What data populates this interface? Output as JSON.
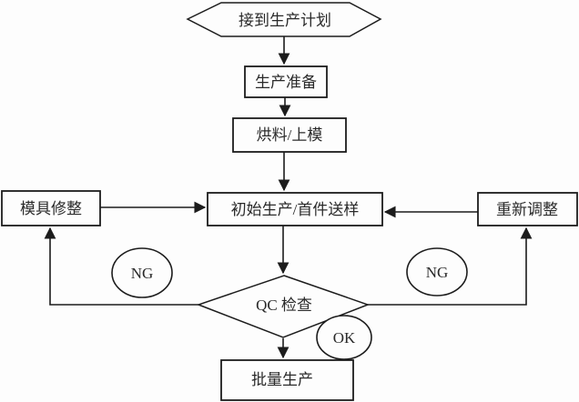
{
  "diagram": {
    "type": "flowchart",
    "background_color": "#fdfdfd",
    "line_color": "#1c1c1c",
    "text_color": "#2a2a2a",
    "nodes": {
      "start": {
        "label": "接到生产计划",
        "shape": "hexagon"
      },
      "prep": {
        "label": "生产准备",
        "shape": "rect"
      },
      "bake": {
        "label": "烘料/上模",
        "shape": "rect"
      },
      "initial": {
        "label": "初始生产/首件送样",
        "shape": "rect"
      },
      "mold_fix": {
        "label": "模具修整",
        "shape": "rect"
      },
      "readjust": {
        "label": "重新调整",
        "shape": "rect"
      },
      "qc": {
        "label": "QC 检查",
        "shape": "diamond"
      },
      "mass": {
        "label": "批量生产",
        "shape": "rect"
      },
      "ng_left": {
        "label": "NG",
        "shape": "ellipse"
      },
      "ng_right": {
        "label": "NG",
        "shape": "ellipse"
      },
      "ok": {
        "label": "OK",
        "shape": "ellipse"
      }
    },
    "edges": [
      {
        "from": "start",
        "to": "prep"
      },
      {
        "from": "prep",
        "to": "bake"
      },
      {
        "from": "bake",
        "to": "initial"
      },
      {
        "from": "mold_fix",
        "to": "initial"
      },
      {
        "from": "readjust",
        "to": "initial"
      },
      {
        "from": "initial",
        "to": "qc"
      },
      {
        "from": "qc",
        "to": "mold_fix",
        "result": "NG"
      },
      {
        "from": "qc",
        "to": "readjust",
        "result": "NG"
      },
      {
        "from": "qc",
        "to": "mass",
        "result": "OK"
      }
    ]
  }
}
